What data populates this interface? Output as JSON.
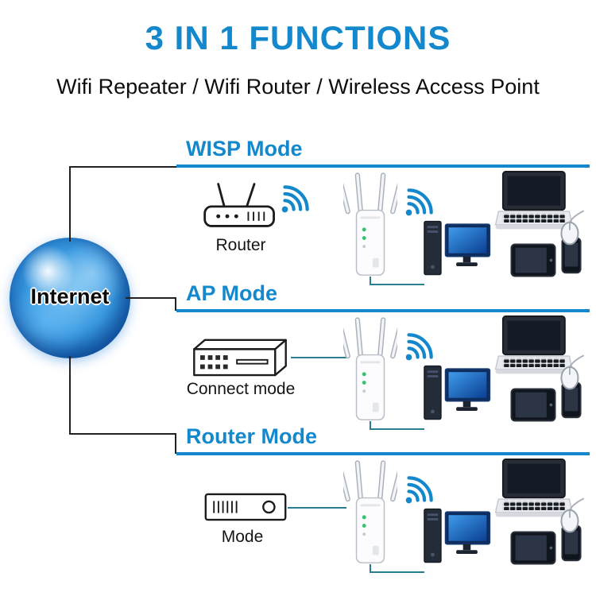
{
  "header": {
    "title": "3 IN 1 FUNCTIONS",
    "subtitle": "Wifi Repeater / Wifi Router / Wireless Access Point"
  },
  "internet_label": "Internet",
  "sections": [
    {
      "title": "WISP Mode",
      "device_label": "Router"
    },
    {
      "title": "AP Mode",
      "device_label": "Connect mode"
    },
    {
      "title": "Router Mode",
      "device_label": "Mode"
    }
  ],
  "icons": [
    "internet-globe",
    "wifi-router",
    "wifi-signal",
    "wifi-repeater",
    "desktop-pc",
    "laptop",
    "tablet",
    "smartphone",
    "mouse",
    "network-switch",
    "modem"
  ],
  "colors": {
    "accent_blue": "#1488cc",
    "line_teal": "#2a7f8f",
    "text_dark": "#111111"
  }
}
